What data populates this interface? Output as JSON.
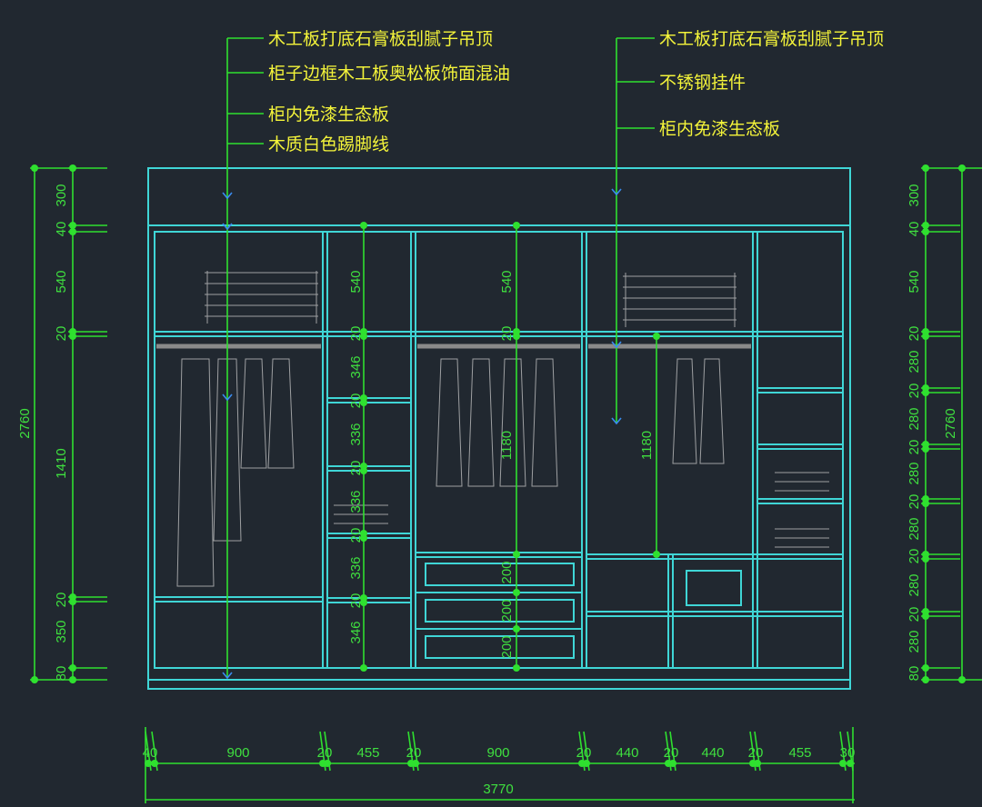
{
  "annotations_left": [
    "木工板打底石膏板刮腻子吊顶",
    "柜子边框木工板奥松板饰面混油",
    "柜内免漆生态板",
    "木质白色踢脚线"
  ],
  "annotations_right": [
    "木工板打底石膏板刮腻子吊顶",
    "不锈钢挂件",
    "柜内免漆生态板"
  ],
  "dims_left": [
    "300",
    "40",
    "540",
    "20",
    "1410",
    "20",
    "350",
    "80"
  ],
  "dims_left_total": "2760",
  "dims_right": [
    "300",
    "40",
    "540",
    "20",
    "280",
    "20",
    "280",
    "20",
    "280",
    "20",
    "280",
    "20",
    "280",
    "20",
    "280",
    "80"
  ],
  "dims_right_total": "2760",
  "dims_col2": [
    "540",
    "20",
    "346",
    "20",
    "336",
    "20",
    "336",
    "20",
    "336",
    "20",
    "346"
  ],
  "dims_col3": [
    "540",
    "20",
    "1180",
    "200",
    "200",
    "200"
  ],
  "dims_col4": [
    "1180"
  ],
  "dims_bottom": [
    "40",
    "900",
    "20",
    "455",
    "20",
    "900",
    "20",
    "440",
    "20",
    "440",
    "20",
    "455",
    "30"
  ],
  "dims_bottom_total": "3770",
  "colors": {
    "background": "#212830",
    "cabinet": "#3fd6d6",
    "dimension": "#2fe02f",
    "leader": "#3a8cf0",
    "annotation": "#f4f43a"
  }
}
